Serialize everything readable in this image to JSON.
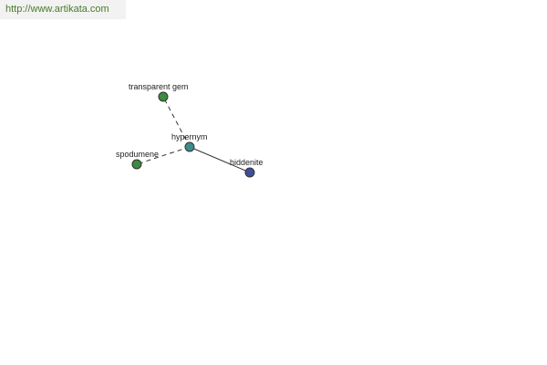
{
  "watermark": {
    "text": "http://www.artikata.com"
  },
  "graph": {
    "nodes": {
      "hypernym": {
        "label": "hypernym",
        "color": "#3f8a8a"
      },
      "transparent_gem": {
        "label": "transparent gem",
        "color": "#3e8a3e"
      },
      "spodumene": {
        "label": "spodumene",
        "color": "#3e8a3e"
      },
      "hiddenite": {
        "label": "hiddenite",
        "color": "#3e4e9a"
      }
    },
    "edges": [
      {
        "from": "hypernym",
        "to": "transparent_gem",
        "style": "dashed"
      },
      {
        "from": "hypernym",
        "to": "spodumene",
        "style": "dashed"
      },
      {
        "from": "hypernym",
        "to": "hiddenite",
        "style": "solid"
      }
    ]
  }
}
